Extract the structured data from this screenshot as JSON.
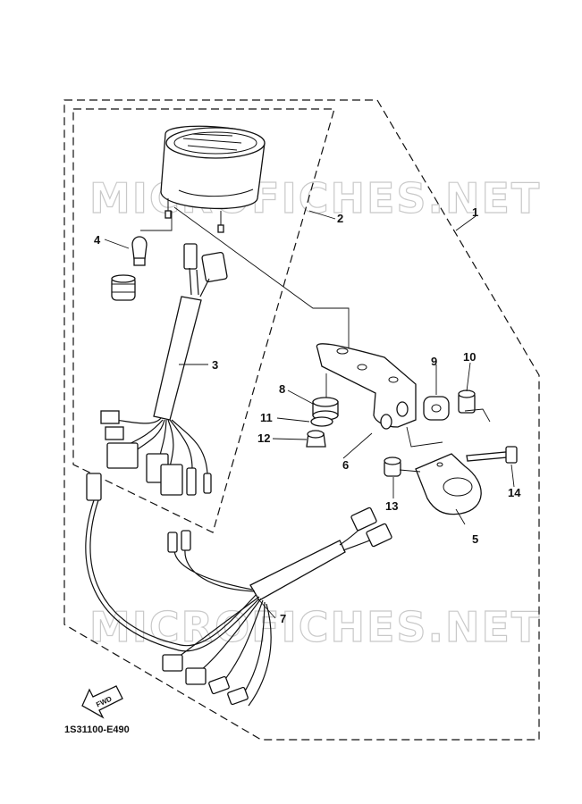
{
  "watermark": "MICROFICHES.NET",
  "diagram_code": "1S31100-E490",
  "fwd_label": "FWD",
  "callouts": [
    "1",
    "2",
    "3",
    "4",
    "5",
    "6",
    "7",
    "8",
    "9",
    "10",
    "11",
    "12",
    "13",
    "14"
  ]
}
